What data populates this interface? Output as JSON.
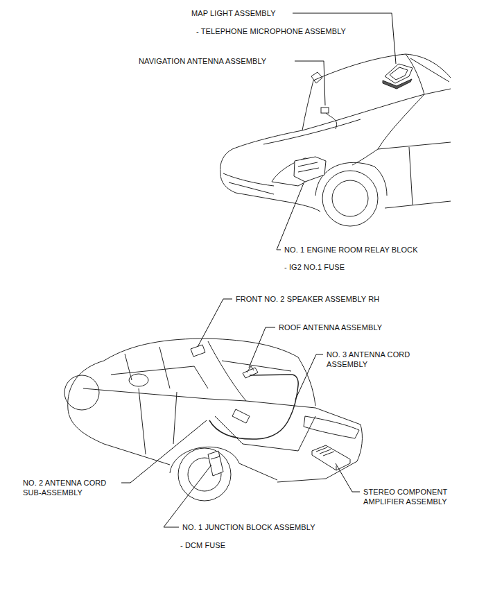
{
  "diagram": {
    "labels": [
      "MAP LIGHT ASSEMBLY",
      "- TELEPHONE MICROPHONE ASSEMBLY",
      "NAVIGATION ANTENNA ASSEMBLY",
      "NO. 1 ENGINE ROOM RELAY BLOCK",
      "- IG2 NO.1 FUSE",
      "FRONT NO. 2 SPEAKER ASSEMBLY RH",
      "ROOF ANTENNA ASSEMBLY",
      "NO. 3 ANTENNA CORD ASSEMBLY",
      "NO. 2 ANTENNA CORD SUB-ASSEMBLY",
      "STEREO COMPONENT AMPLIFIER ASSEMBLY",
      "NO. 1 JUNCTION BLOCK ASSEMBLY",
      "- DCM FUSE"
    ]
  }
}
